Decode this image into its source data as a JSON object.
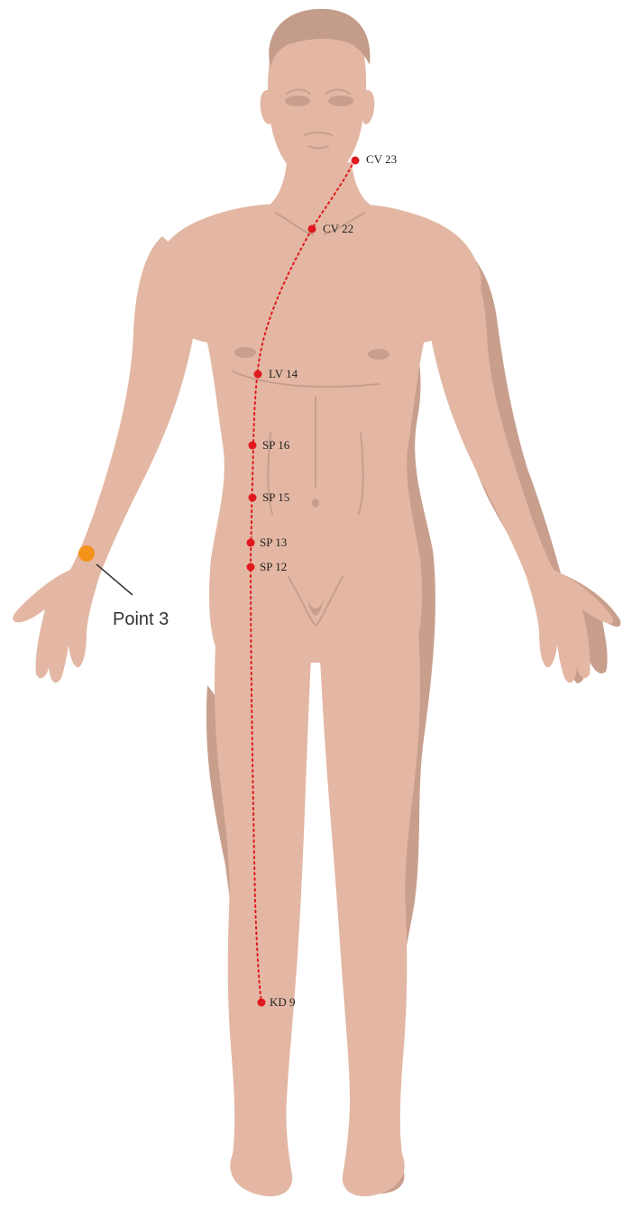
{
  "figure": {
    "subject": "male-body-front",
    "colors": {
      "skin": "#e3b7a3",
      "skin_shadow": "#c89f8d",
      "hair": "#c39c8a",
      "meridian_point": "#e0191f",
      "callout_point": "#f39319",
      "callout_line": "#333333"
    }
  },
  "points": [
    {
      "id": "cv23",
      "label": "CV 23"
    },
    {
      "id": "cv22",
      "label": "CV 22"
    },
    {
      "id": "lv14",
      "label": "LV 14"
    },
    {
      "id": "sp16",
      "label": "SP 16"
    },
    {
      "id": "sp15",
      "label": "SP 15"
    },
    {
      "id": "sp13",
      "label": "SP 13"
    },
    {
      "id": "sp12",
      "label": "SP 12"
    },
    {
      "id": "kd9",
      "label": "KD 9"
    }
  ],
  "callout": {
    "label": "Point 3"
  }
}
